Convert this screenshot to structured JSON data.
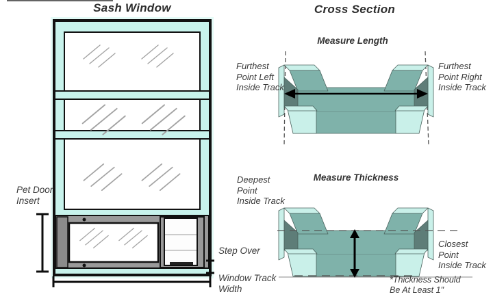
{
  "titles": {
    "left": "Sash Window",
    "right": "Cross Section"
  },
  "sash_window": {
    "labels": {
      "pet_door": [
        "Pet Door",
        "Insert"
      ],
      "step_over": "Step Over",
      "track_width": [
        "Window Track",
        "Width"
      ]
    }
  },
  "cross_section": {
    "length": {
      "title": "Measure Length",
      "left_label": [
        "Furthest",
        "Point Left",
        "Inside Track"
      ],
      "right_label": [
        "Furthest",
        "Point Right",
        "Inside Track"
      ]
    },
    "thickness": {
      "title": "Measure Thickness",
      "left_label": [
        "Deepest",
        "Point",
        "Inside Track"
      ],
      "right_label": [
        "Closest",
        "Point",
        "Inside Track"
      ],
      "footnote": [
        "*Thickness Should",
        "Be At Least 1\""
      ]
    }
  },
  "colors": {
    "frame_cyan": "#c8f3ec",
    "frame_glow": "#e4fbf7",
    "insert_gray": "#9a9a9a",
    "insert_gray_dark": "#8b8b8b",
    "teal_light": "#c9f0e9",
    "teal_mid": "#7fb2aa",
    "teal_dark": "#5e7d78",
    "cs_outline": "#49625d",
    "frame_outline": "#111111"
  }
}
